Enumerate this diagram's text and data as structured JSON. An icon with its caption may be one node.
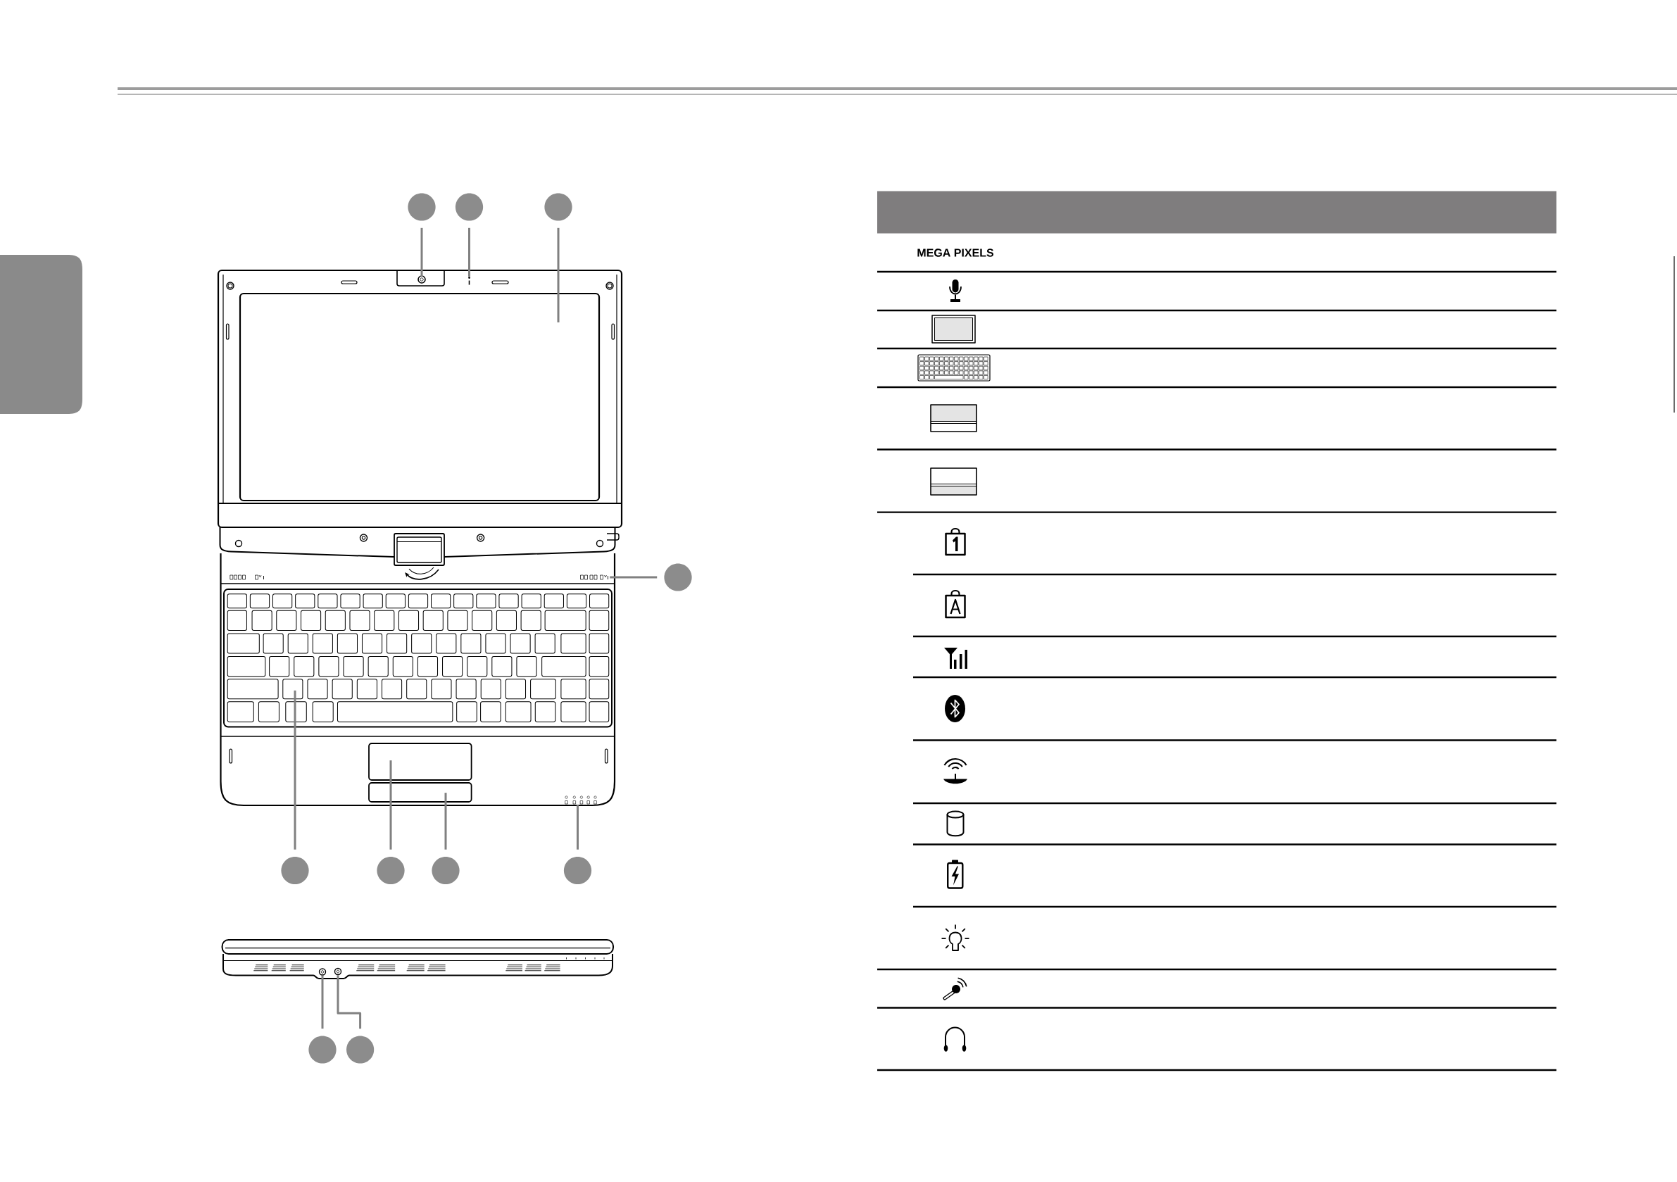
{
  "diagram": {
    "nodes": [
      {
        "text": [],
        "shape": "circle"
      },
      {
        "text": [],
        "shape": "circle"
      },
      {
        "text": [],
        "shape": "circle"
      },
      {
        "text": [],
        "shape": "circle"
      },
      {
        "text": [],
        "shape": "circle"
      },
      {
        "text": [],
        "shape": "circle"
      },
      {
        "text": [],
        "shape": "circle"
      },
      {
        "text": [],
        "shape": "circle"
      },
      {
        "text": [],
        "shape": "circle"
      },
      {
        "text": [],
        "shape": "circle"
      },
      {
        "text": [],
        "shape": "circle"
      },
      {
        "text": [],
        "shape": "picture"
      },
      {
        "text": [],
        "shape": "box"
      },
      {
        "text": [],
        "shape": "picture"
      },
      {
        "text": [],
        "shape": "picture"
      },
      {
        "text": [],
        "shape": "box"
      },
      {
        "text": [],
        "shape": "box"
      },
      {
        "text": [],
        "shape": "picture"
      },
      {
        "text": [],
        "shape": "circle"
      },
      {
        "text": [],
        "shape": "circle"
      }
    ],
    "edges": [
      {
        "from": 0,
        "to": 10,
        "arrow": "none"
      },
      {
        "from": 1,
        "to": 11,
        "arrow": "none"
      },
      {
        "from": 2,
        "to": 12,
        "arrow": "none"
      },
      {
        "from": 3,
        "to": 13,
        "arrow": "none"
      },
      {
        "from": 4,
        "to": 14,
        "arrow": "none"
      },
      {
        "from": 5,
        "to": 15,
        "arrow": "none"
      },
      {
        "from": 6,
        "to": 16,
        "arrow": "none"
      },
      {
        "from": 7,
        "to": 17,
        "arrow": "none"
      },
      {
        "from": 8,
        "to": 18,
        "arrow": "none"
      },
      {
        "from": 9,
        "to": 19,
        "arrow": "none"
      }
    ],
    "labels": [
      "MEGA PIXELS"
    ]
  }
}
